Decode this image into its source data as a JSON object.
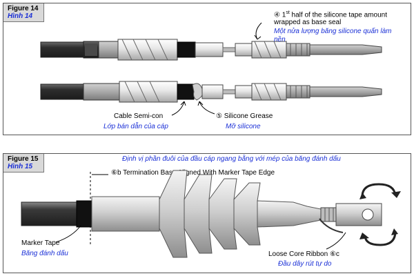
{
  "figure14": {
    "title": "Figure 14",
    "title_vi": "Hình 14",
    "callout4": {
      "marker": "④",
      "text_a": "1",
      "text_sup": "st",
      "text_b": " half of the silicone tape amount",
      "text_line2": "wrapped as base seal",
      "vi_line1": "Một nửa lượng băng silicone quấn làm",
      "vi_line2": "nền"
    },
    "cable_semicon": {
      "text": "Cable Semi-con",
      "vi": "Lớp bán dẫn của cáp"
    },
    "callout5": {
      "marker": "⑤",
      "text": "Silicone Grease",
      "vi": "Mỡ silicone"
    }
  },
  "figure15": {
    "title": "Figure 15",
    "title_vi": "Hình 15",
    "top_note_vi": "Định vị phần đuôi của đầu cáp ngang bằng với mép của băng đánh dấu",
    "callout6b": {
      "marker": "⑥",
      "text": "b Termination Base Aligned With Marker Tape Edge"
    },
    "marker_tape": {
      "text": "Marker Tape",
      "vi": "Băng đánh dấu"
    },
    "loose_core": {
      "text": "Loose Core Ribbon ",
      "marker": "⑥",
      "marker_suffix": "c",
      "vi": "Đầu dây rút tự do"
    }
  },
  "colors": {
    "accent_blue": "#1a2fd6",
    "cable_dark": "#3a3a3a",
    "tape_black": "#111111",
    "metal_light": "#e0e0e0"
  }
}
